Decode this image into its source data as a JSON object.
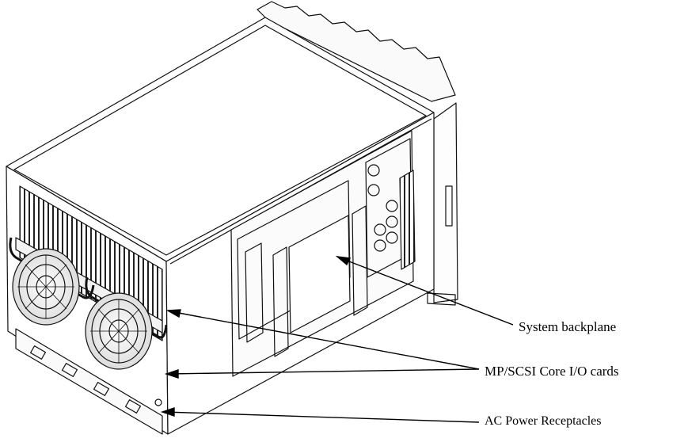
{
  "labels": {
    "system_backplane": "System backplane",
    "io_cards": "MP/SCSI Core I/O cards",
    "ac_power": "AC Power Receptacles"
  }
}
